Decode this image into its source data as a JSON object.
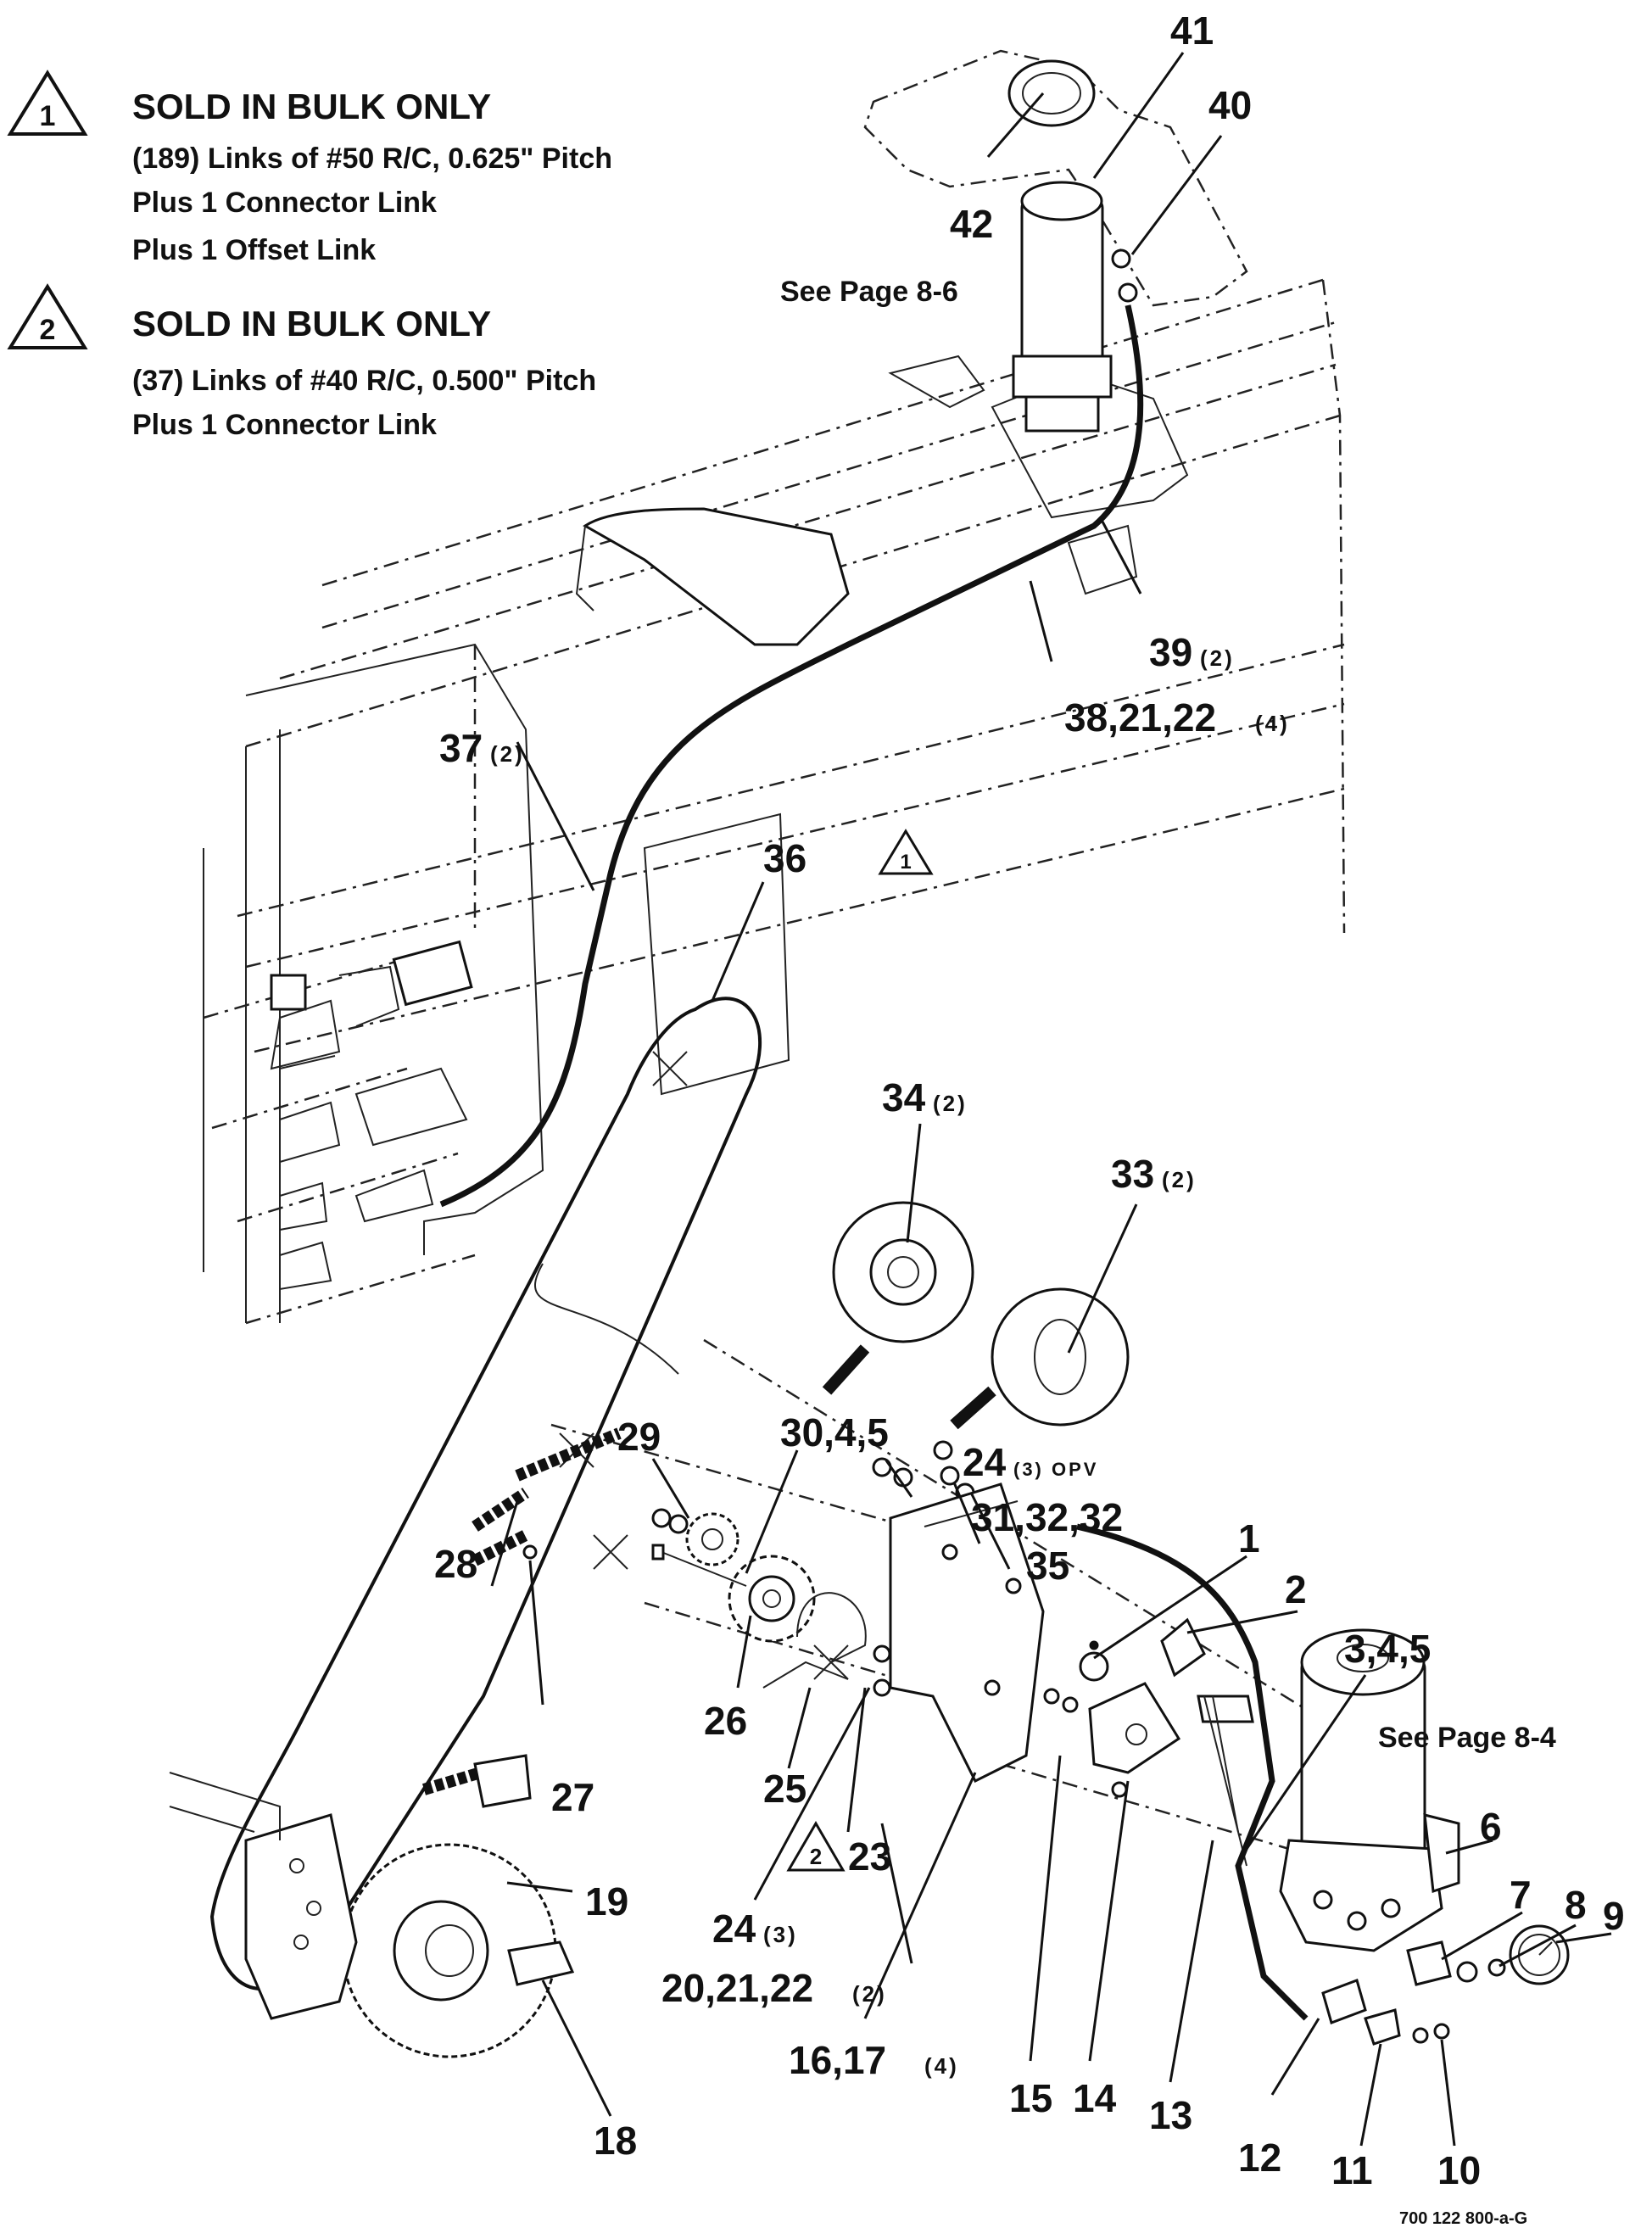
{
  "notes": [
    {
      "mark": "1",
      "heading": "SOLD IN BULK ONLY",
      "lines": [
        "(189) Links of #50 R/C, 0.625\" Pitch",
        "Plus 1 Connector Link",
        "Plus 1 Offset Link"
      ]
    },
    {
      "mark": "2",
      "heading": "SOLD IN BULK ONLY",
      "lines": [
        "(37) Links of #40 R/C, 0.500\" Pitch",
        "Plus 1 Connector Link"
      ]
    }
  ],
  "page_refs": {
    "upper": "See Page 8-6",
    "lower": "See Page 8-4"
  },
  "callouts": {
    "c41": {
      "text": "41"
    },
    "c40": {
      "text": "40"
    },
    "c42": {
      "text": "42"
    },
    "c39": {
      "text": "39",
      "qty": "(2)"
    },
    "c38": {
      "text": "38,21,22",
      "qty": "(4)"
    },
    "c37": {
      "text": "37",
      "qty": "(2)"
    },
    "c36": {
      "text": "36",
      "mark": "1"
    },
    "c34": {
      "text": "34",
      "qty": "(2)"
    },
    "c33": {
      "text": "33",
      "qty": "(2)"
    },
    "c29": {
      "text": "29"
    },
    "c30": {
      "text": "30,4,5"
    },
    "c24a": {
      "text": "24",
      "qty": "(3) OPV"
    },
    "c31": {
      "text": "31,32,32"
    },
    "c28": {
      "text": "28"
    },
    "c35": {
      "text": "35"
    },
    "c1": {
      "text": "1"
    },
    "c2": {
      "text": "2"
    },
    "c345": {
      "text": "3,4,5"
    },
    "c26": {
      "text": "26"
    },
    "c25": {
      "text": "25"
    },
    "c27": {
      "text": "27"
    },
    "c23": {
      "text": "23",
      "mark": "2"
    },
    "c6": {
      "text": "6"
    },
    "c7": {
      "text": "7"
    },
    "c8": {
      "text": "8"
    },
    "c9": {
      "text": "9"
    },
    "c24b": {
      "text": "24",
      "qty": "(3)"
    },
    "c20": {
      "text": "20,21,22",
      "qty": "(2)"
    },
    "c19": {
      "text": "19"
    },
    "c16": {
      "text": "16,17",
      "qty": "(4)"
    },
    "c15": {
      "text": "15"
    },
    "c14": {
      "text": "14"
    },
    "c13": {
      "text": "13"
    },
    "c12": {
      "text": "12"
    },
    "c11": {
      "text": "11"
    },
    "c10": {
      "text": "10"
    },
    "c18": {
      "text": "18"
    }
  },
  "drawing_code": "700 122 800-a-G"
}
